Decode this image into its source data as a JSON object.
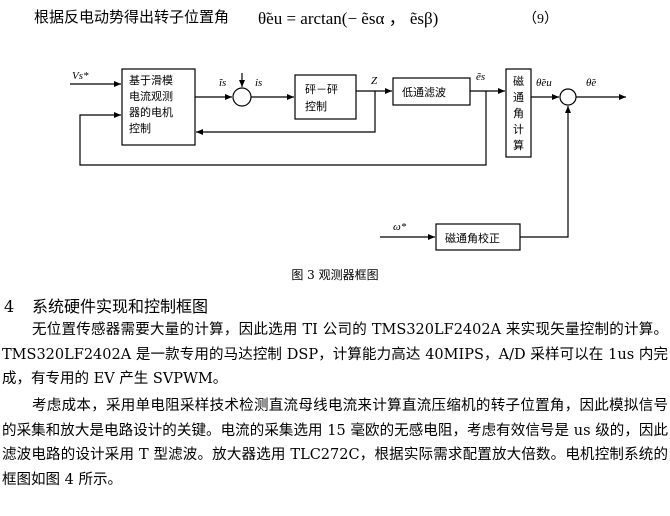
{
  "equation": {
    "text": "根据反电动势得出转子位置角",
    "math": "θ̃eu = arctan(− ẽsα ， ẽsβ)",
    "number": "（9）"
  },
  "diagram": {
    "input_label": "Vs*",
    "block_smc": [
      "基于滑模",
      "电流观测",
      "器的电机",
      "控制"
    ],
    "is_label": "ĩs",
    "ie_label": "is",
    "bang_block": [
      "砰－砰",
      "控制"
    ],
    "z_label": "Z",
    "lpf_block": "低通滤波",
    "es_label": "ẽs",
    "angle_block": [
      "磁",
      "通",
      "角",
      "计",
      "算"
    ],
    "theta_eu_label": "θ̃eu",
    "theta_e_label": "θ̃e",
    "omega_label": "ω*",
    "correction_block": "磁通角校正"
  },
  "caption": "图 3  观测器框图",
  "section": {
    "number": "4",
    "title": "系统硬件实现和控制框图"
  },
  "paragraphs": [
    "无位置传感器需要大量的计算，因此选用 TI 公司的 TMS320LF2402A 来实现矢量控制的计算。TMS320LF2402A 是一款专用的马达控制 DSP，计算能力高达 40MIPS，A/D 采样可以在 1us 内完成，有专用的 EV 产生 SVPWM。",
    "考虑成本，采用单电阻采样技术检测直流母线电流来计算直流压缩机的转子位置角，因此模拟信号的采集和放大是电路设计的关键。电流的采集选用 15 毫欧的无感电阻，考虑有效信号是 us 级的，因此滤波电路的设计采用 T 型滤波。放大器选用 TLC272C，根据实际需求配置放大倍数。电机控制系统的框图如图 4 所示。"
  ]
}
